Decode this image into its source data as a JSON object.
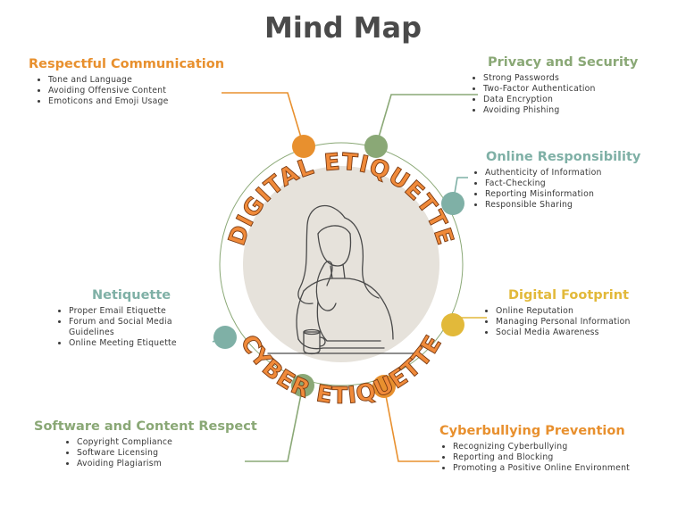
{
  "title": "Mind Map",
  "center": {
    "arc_top": "DIGITAL ETIQUETTE",
    "arc_bottom": "CYBER ETIQUETTE"
  },
  "colors": {
    "orange": "#e8902e",
    "sage": "#8aa876",
    "teal": "#7fb0a6",
    "yellow": "#e2b93a",
    "title_gray": "#4a4a4a",
    "center_fill": "#e6e2db"
  },
  "branches": [
    {
      "title": "Respectful Communication",
      "color": "orange",
      "items": [
        "Tone and Language",
        "Avoiding Offensive Content",
        "Emoticons and Emoji Usage"
      ]
    },
    {
      "title": "Privacy and Security",
      "color": "sage",
      "items": [
        "Strong Passwords",
        "Two-Factor Authentication",
        "Data Encryption",
        "Avoiding Phishing"
      ]
    },
    {
      "title": "Online Responsibility",
      "color": "teal",
      "items": [
        "Authenticity of Information",
        "Fact-Checking",
        "Reporting Misinformation",
        "Responsible Sharing"
      ]
    },
    {
      "title": "Netiquette",
      "color": "teal",
      "items": [
        "Proper Email Etiquette",
        "Forum and Social Media Guidelines",
        "Online Meeting Etiquette"
      ]
    },
    {
      "title": "Digital Footprint",
      "color": "yellow",
      "items": [
        "Online Reputation",
        "Managing Personal Information",
        "Social Media Awareness"
      ]
    },
    {
      "title": "Software and Content Respect",
      "color": "sage",
      "items": [
        "Copyright Compliance",
        "Software Licensing",
        "Avoiding Plagiarism"
      ]
    },
    {
      "title": "Cyberbullying Prevention",
      "color": "orange",
      "items": [
        "Recognizing Cyberbullying",
        "Reporting and Blocking",
        "Promoting a Positive Online Environment"
      ]
    }
  ]
}
